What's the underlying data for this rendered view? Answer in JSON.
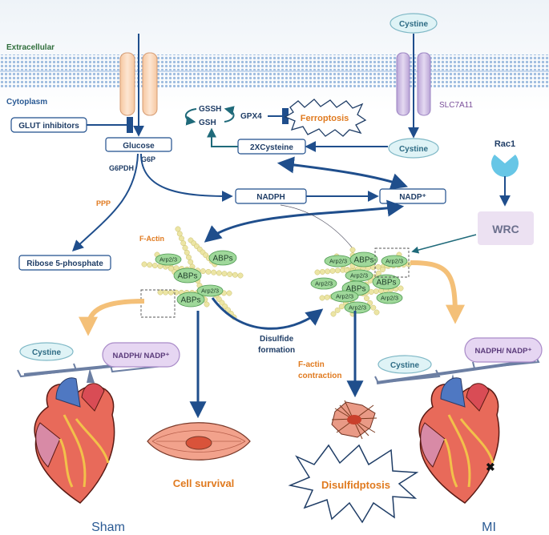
{
  "compartments": {
    "extracellular": "Extracellular",
    "cytoplasm": "Cytoplasm"
  },
  "transporter": "SLC7A11",
  "metabolites": {
    "cystine_out": "Cystine",
    "cystine_in": "Cystine",
    "glucose": "Glucose",
    "g6p": "G6P",
    "g6pdh": "G6PDH",
    "ppp": "PPP",
    "ribose": "Ribose 5-phosphate",
    "nadph": "NADPH",
    "nadp_plus": "NADP⁺",
    "cysteine": "2XCysteine",
    "gssh": "GSSH",
    "gsh": "GSH",
    "gpx4": "GPX4"
  },
  "inhibitors": {
    "glut": "GLUT inhibitors",
    "ferroptosis": "Ferroptosis"
  },
  "signaling": {
    "rac1": "Rac1",
    "wrc": "WRC"
  },
  "actin": {
    "factin": "F-Actin",
    "abps": "ABPs",
    "arp": "Arp2/3",
    "disulfide_1": "Disulfide",
    "disulfide_2": "formation",
    "contraction_1": "F-actin",
    "contraction_2": "contraction"
  },
  "balance": {
    "cystine": "Cystine",
    "nadph_ratio": "NADPH/ NADP⁺"
  },
  "outcomes": {
    "survival": "Cell survival",
    "disulfidptosis": "Disulfidptosis",
    "sham": "Sham",
    "mi": "MI"
  },
  "colors": {
    "dark_blue": "#1f4e8c",
    "orange": "#e07a1f",
    "membrane": "#a9c6e6",
    "abp_green": "#9fd89a",
    "actin_yellow": "#ece5a4",
    "purple_pill": "#e6d6f2",
    "cyan_pill": "#dff3f6"
  }
}
